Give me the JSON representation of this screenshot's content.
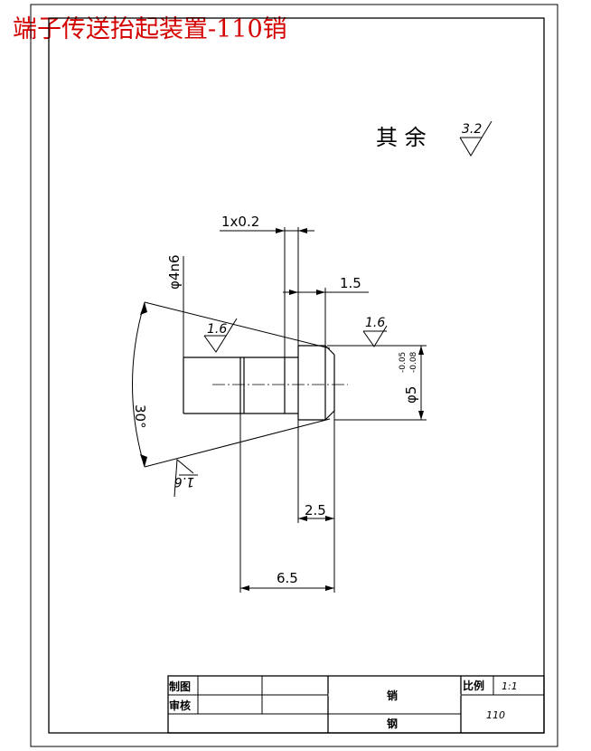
{
  "title": "端子传送抬起装置-110销",
  "surface_note": {
    "text": "其 余",
    "roughness": "3.2"
  },
  "dimensions": {
    "chamfer": "1x0.2",
    "small_dia": "φ4n6",
    "step_length": "1.5",
    "rough_top": "1.6",
    "rough_right": "1.6",
    "rough_bottom": "1.6",
    "angle": "30°",
    "large_dia": "φ5",
    "tol_upper": "-0.05",
    "tol_lower": "-0.08",
    "head_length": "2.5",
    "total_length": "6.5"
  },
  "title_block": {
    "drawn_label": "制图",
    "checked_label": "审核",
    "part_name": "销",
    "material": "钢",
    "scale_label": "比例",
    "scale_value": "1:1",
    "drawing_no": "110"
  },
  "colors": {
    "title": "#d40000",
    "lines": "#000000"
  }
}
